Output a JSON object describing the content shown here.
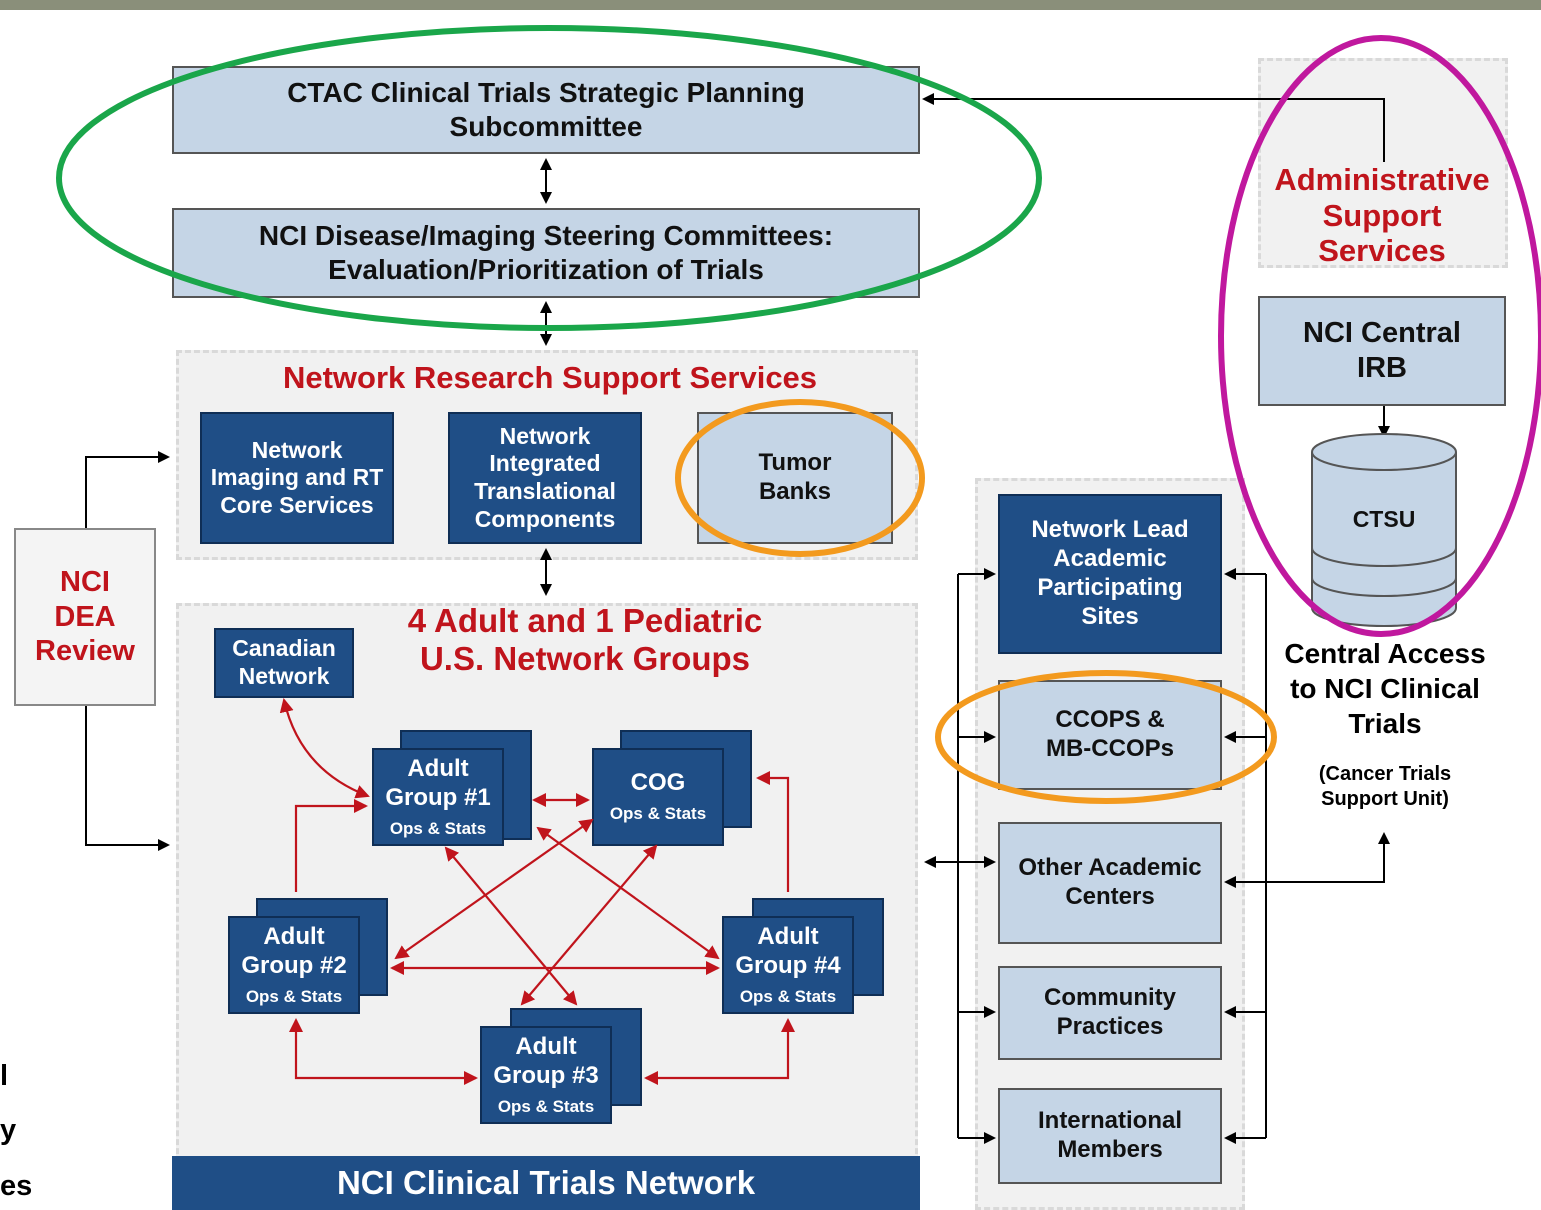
{
  "top": {
    "ctac": "CTAC Clinical Trials Strategic Planning Subcommittee",
    "steering": "NCI Disease/Imaging Steering Committees: Evaluation/Prioritization of Trials"
  },
  "admin": {
    "title": "Administrative Support Services",
    "irb": "NCI Central IRB",
    "ctsu": "CTSU",
    "central_access": "Central Access to NCI Clinical Trials",
    "central_access_sub": "(Cancer Trials Support Unit)"
  },
  "research_support": {
    "title": "Network Research Support Services",
    "imaging": "Network Imaging and RT Core Services",
    "translational": "Network Integrated Translational Components",
    "tumor": "Tumor Banks"
  },
  "dea": "NCI DEA Review",
  "groups": {
    "title": "4 Adult and 1 Pediatric U.S. Network Groups",
    "canadian": "Canadian Network",
    "group1": "Adult Group #1",
    "group2": "Adult Group #2",
    "group3": "Adult Group #3",
    "group4": "Adult Group #4",
    "cog": "COG",
    "ops": "Ops & Stats"
  },
  "sites": {
    "lead": "Network Lead Academic Participating Sites",
    "ccops": "CCOPS & MB-CCOPs",
    "other": "Other Academic Centers",
    "community": "Community Practices",
    "international": "International Members"
  },
  "footer": "NCI Clinical Trials Network",
  "left_fragments": [
    "l",
    "y",
    "es"
  ],
  "colors": {
    "light_box": "#c5d5e6",
    "dark_box": "#1f4e86",
    "red_text": "#c0141c",
    "green_ellipse": "#1aa64a",
    "magenta_ellipse": "#c0189e",
    "orange_ellipse": "#f39a1e"
  }
}
